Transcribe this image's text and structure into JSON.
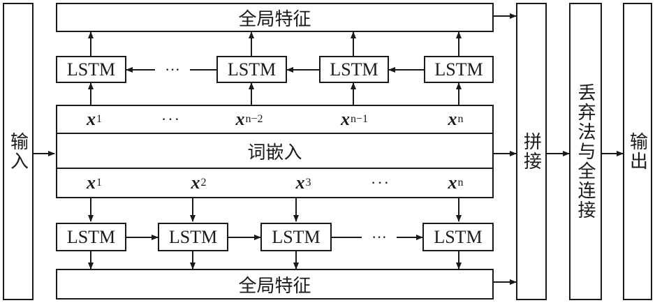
{
  "input_label": "输入",
  "concat_label": "拼接",
  "dropout_fc_label": "丢弃法与全连接",
  "output_label": "输出",
  "global_feature_top": "全局特征",
  "global_feature_bottom": "全局特征",
  "word_embedding": "词嵌入",
  "lstm_label": "LSTM",
  "ellipsis": "···",
  "top_tokens": [
    {
      "base": "x",
      "sub": "1"
    },
    {
      "base": "",
      "sub": "···"
    },
    {
      "base": "x",
      "sub": "n−2"
    },
    {
      "base": "",
      "sub": ""
    },
    {
      "base": "x",
      "sub": "n−1"
    },
    {
      "base": "",
      "sub": ""
    },
    {
      "base": "x",
      "sub": "n"
    }
  ],
  "bottom_tokens": [
    {
      "base": "x",
      "sub": "1"
    },
    {
      "base": "",
      "sub": ""
    },
    {
      "base": "x",
      "sub": "2"
    },
    {
      "base": "",
      "sub": ""
    },
    {
      "base": "x",
      "sub": "3"
    },
    {
      "base": "",
      "sub": "···"
    },
    {
      "base": "x",
      "sub": "n"
    }
  ],
  "colors": {
    "line": "#1a1a1a",
    "background": "#ffffff"
  }
}
